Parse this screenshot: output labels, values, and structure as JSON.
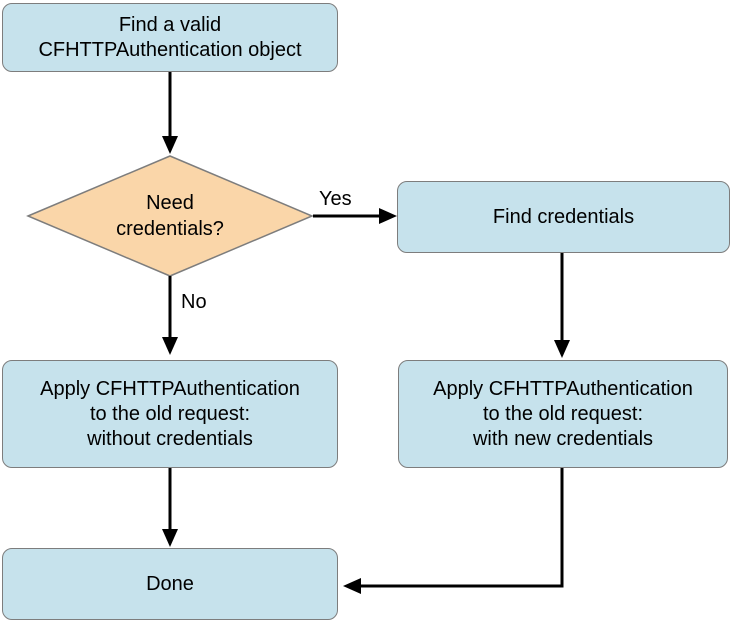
{
  "diagram": {
    "type": "flowchart",
    "colors": {
      "process_fill": "#c6e2ec",
      "decision_fill": "#fad6a9",
      "shape_border": "#7d7d7d",
      "arrow": "#000000",
      "background": "#ffffff",
      "text": "#000000"
    },
    "nodes": {
      "start": {
        "label": "Find a valid\nCFHTTPAuthentication object"
      },
      "decision": {
        "label": "Need\ncredentials?"
      },
      "find_credentials": {
        "label": "Find credentials"
      },
      "apply_without": {
        "label": "Apply CFHTTPAuthentication\nto the old request:\nwithout credentials"
      },
      "apply_with": {
        "label": "Apply CFHTTPAuthentication\nto the old request:\nwith new credentials"
      },
      "done": {
        "label": "Done"
      }
    },
    "edges": {
      "start_to_decision": {
        "label": ""
      },
      "decision_to_find_credentials": {
        "label": "Yes"
      },
      "decision_to_apply_without": {
        "label": "No"
      },
      "find_credentials_to_apply_with": {
        "label": ""
      },
      "apply_without_to_done": {
        "label": ""
      },
      "apply_with_to_done": {
        "label": ""
      }
    }
  }
}
